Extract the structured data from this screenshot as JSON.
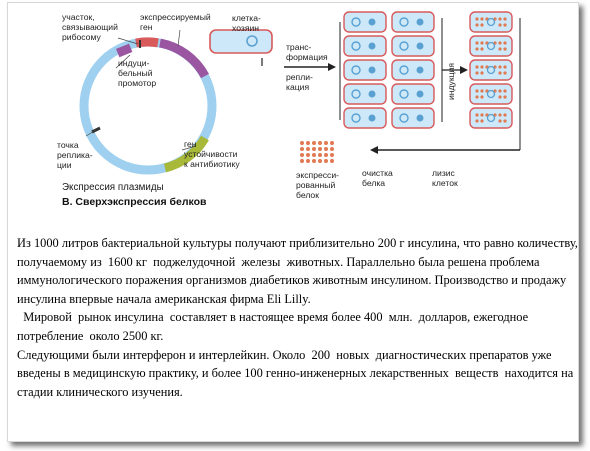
{
  "diagram": {
    "plasmid_labels": {
      "ribosome_site": [
        "участок,",
        "связывающий",
        "рибосому"
      ],
      "expressed_gene": [
        "экспрессируемый",
        "ген"
      ],
      "inducible_promoter": [
        "индуци-",
        "бельный",
        "промотор"
      ],
      "origin": [
        "точка",
        "реплика-",
        "ции"
      ],
      "resistance_gene": [
        "ген",
        "устойчивости",
        "к антибиотику"
      ]
    },
    "host_cell_label": [
      "клетка-",
      "хозяин"
    ],
    "transformation_label": [
      "транс-",
      "формация"
    ],
    "replication_label": [
      "репли-",
      "кация"
    ],
    "induction_label": "индукция",
    "expressed_protein_label": [
      "экспресси-",
      "рованный",
      "белок"
    ],
    "purification_label": [
      "очистка",
      "белка"
    ],
    "lysis_label": [
      "лизис",
      "клеток"
    ],
    "plasmid_expression_caption": "Экспрессия плазмиды",
    "section_title": "В. Сверхэкспрессия белков",
    "colors": {
      "plasmid_ring": "#9fd0f0",
      "expressed_gene_segment": "#9a56a0",
      "resistance_segment": "#a8b838",
      "ribosome_segment": "#d85a5a",
      "cell_border": "#d85a5a",
      "cell_fill": "#cde8f8",
      "protein_dot": "#e07a52",
      "arrow": "#222222"
    }
  },
  "text_paragraphs": [
    "Из 1000 литров бактериальной культуры получают приблизительно 200 г инсулина, что равно количеству, получаемому из  1600 кг  поджелудочной  железы  животных. Параллельно была решена проблема иммунологического поражения организмов диабетиков животным инсулином. Производство и продажу инсулина впервые начала американская фирма Eli Lilly.",
    "  Мировой  рынок инсулина  составляет в настоящее время более 400  млн.  долларов, ежегодное  потребление  около 2500 кг.",
    "Следующими были интерферон и интерлейкин. Около  200  новых  диагностических препаратов уже введены в медицинскую практику, и более 100 генно-инженерных лекарственных  веществ  находится на стадии клинического изучения."
  ]
}
